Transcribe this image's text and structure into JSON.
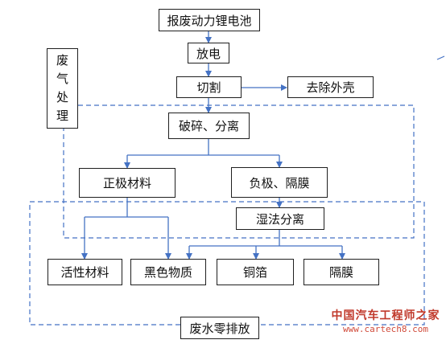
{
  "diagram": {
    "nodes": {
      "battery": "报废动力锂电池",
      "discharge": "放电",
      "cut": "切割",
      "remove_shell": "去除外壳",
      "crush": "破碎、分离",
      "cathode": "正极材料",
      "anode": "负极、隔膜",
      "wet": "湿法分离",
      "active": "活性材料",
      "black": "黑色物质",
      "copper": "铜箔",
      "separator": "隔膜",
      "wastewater": "废水零排放",
      "exhaust": [
        "废",
        "气",
        "处",
        "理"
      ]
    },
    "colors": {
      "arrow": "#4472c4",
      "dashed": "#4472c4",
      "border": "#1f1f1f",
      "watermark": "#c0392b"
    }
  },
  "watermark": {
    "name": "中国汽车工程师之家",
    "url": "www.cartech8.com"
  }
}
